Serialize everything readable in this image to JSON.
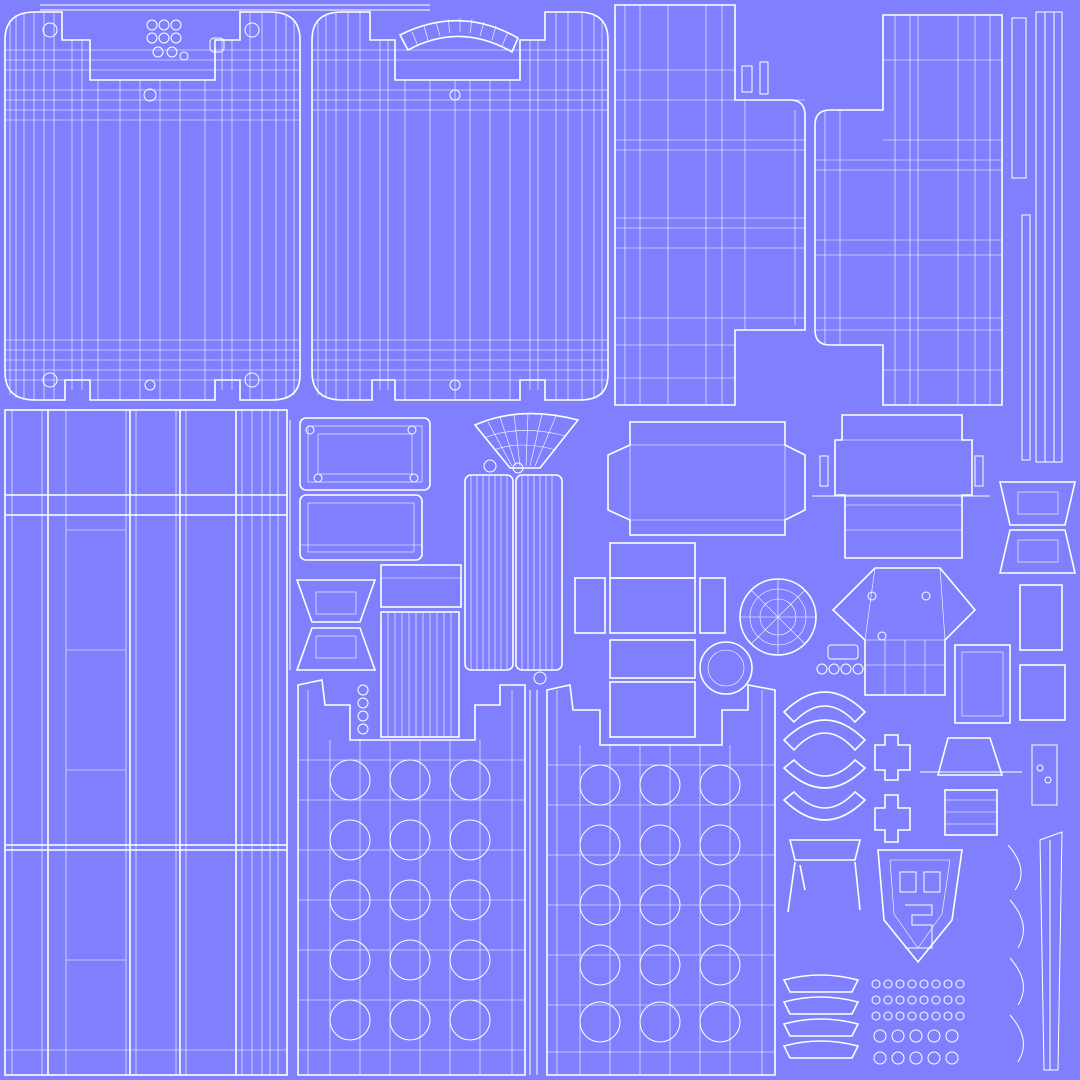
{
  "meta": {
    "subject": "uv-texture-layout",
    "background_color": "#8080ff",
    "line_color": "#ffffff"
  },
  "islands": {
    "large_panels": [
      "panel-top-left",
      "panel-top-middle",
      "panel-tall-left"
    ],
    "honeycomb_panels": [
      "honeycomb-panel-left",
      "honeycomb-panel-right"
    ],
    "small_parts_icon": "wire-cluster-icon"
  }
}
